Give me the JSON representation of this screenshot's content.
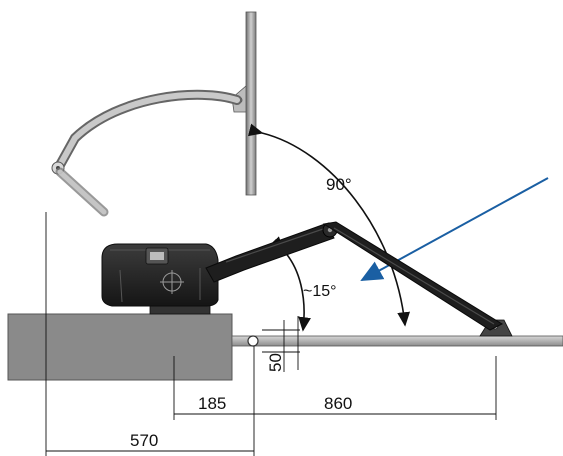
{
  "diagram": {
    "angles": {
      "open": "90°",
      "closed": "~15°"
    },
    "dimensions": {
      "offset": "50",
      "hinge_to_unit": "185",
      "arm_reach": "860",
      "unit_total": "570"
    },
    "colors": {
      "pointer_arrow": "#1a5fa3",
      "operator_body": "#2b2b2b",
      "pillar": "#8a8a8a",
      "gate_leaf": "#9a9a9a"
    }
  }
}
